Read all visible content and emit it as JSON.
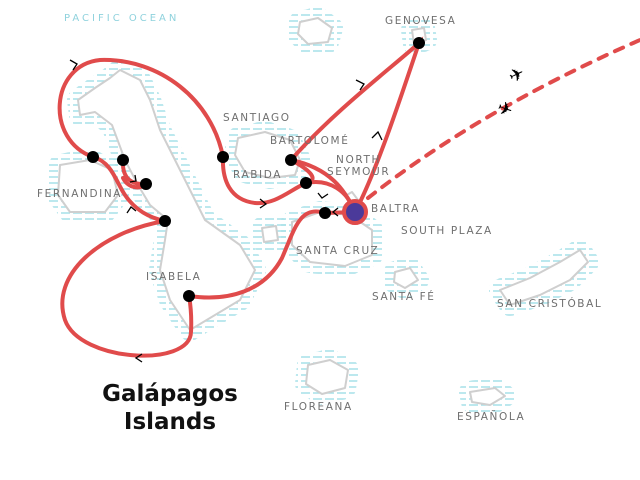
{
  "map": {
    "ocean_label": "PACIFIC OCEAN",
    "title_line1": "Galápagos",
    "title_line2": "Islands",
    "labels": {
      "genovesa": "GENOVESA",
      "santiago": "SANTIAGO",
      "bartolome": "BARTOLOMÉ",
      "north": "NORTH",
      "seymour": "SEYMOUR",
      "rabida": "RABIDA",
      "fernandina": "FERNANDINA",
      "baltra": "BALTRA",
      "south_plaza": "SOUTH PLAZA",
      "santa_cruz": "SANTA CRUZ",
      "isabela": "ISABELA",
      "santa_fe": "SANTA FÉ",
      "san_cristobal": "SAN CRISTÓBAL",
      "floreana": "FLOREANA",
      "espanola": "ESPAÑOLA"
    },
    "icons": {
      "plane": "airplane-icon",
      "start": "start-marker-icon"
    },
    "colors": {
      "route": "#e04b4b",
      "marker": "#4b3a9a",
      "water": "#9fdde6",
      "land_outline": "#cfcfcf"
    }
  }
}
